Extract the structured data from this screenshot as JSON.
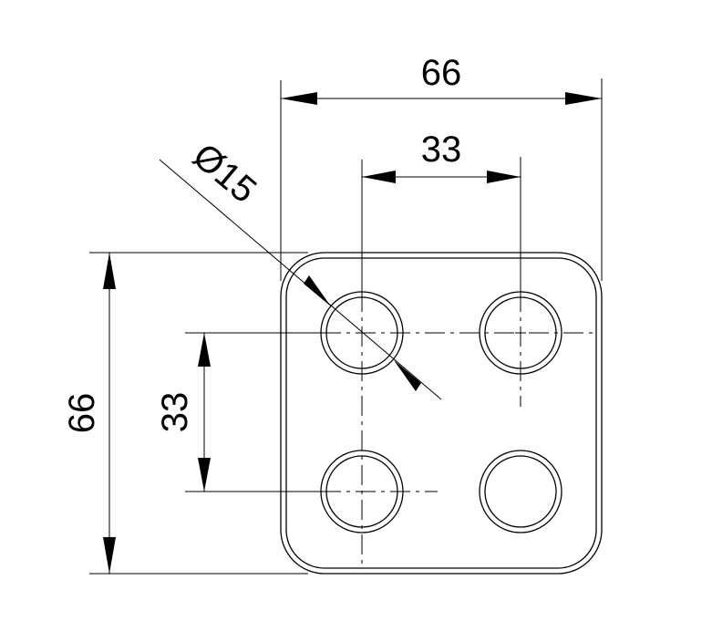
{
  "drawing": {
    "width_dim": "66",
    "hole_spacing_x_dim": "33",
    "height_dim": "66",
    "hole_spacing_y_dim": "33",
    "hole_diameter_dim": "Ø15",
    "line_color": "#000000",
    "background_color": "#ffffff"
  }
}
